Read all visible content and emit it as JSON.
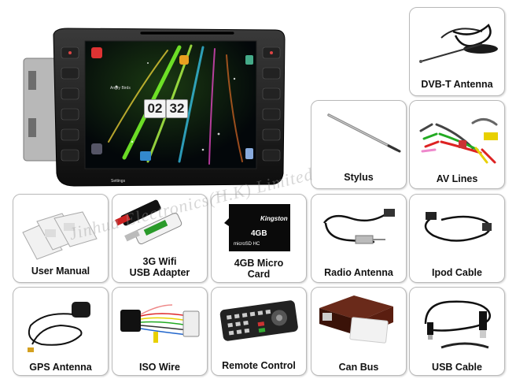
{
  "watermark": "Jinhua Electronics(H.K) Limited",
  "head_unit": {
    "clock_hours": "02",
    "clock_minutes": "32",
    "screen_apps": [
      "Angry Birds",
      "Settings"
    ]
  },
  "accessories": [
    {
      "id": "dvbt-antenna",
      "label": "DVB-T Antenna"
    },
    {
      "id": "stylus",
      "label": "Stylus"
    },
    {
      "id": "av-lines",
      "label": "AV Lines"
    },
    {
      "id": "user-manual",
      "label": "User Manual"
    },
    {
      "id": "3g-wifi",
      "label": "3G Wifi USB Adapter",
      "lines": [
        "3G Wifi",
        "USB Adapter"
      ]
    },
    {
      "id": "micro-card",
      "label": "4GB Micro Card",
      "lines": [
        "4GB Micro",
        "Card"
      ]
    },
    {
      "id": "radio-antenna",
      "label": "Radio Antenna"
    },
    {
      "id": "ipod-cable",
      "label": "Ipod Cable"
    },
    {
      "id": "gps-antenna",
      "label": "GPS Antenna"
    },
    {
      "id": "iso-wire",
      "label": "ISO Wire"
    },
    {
      "id": "remote-control",
      "label": "Remote Control"
    },
    {
      "id": "can-bus",
      "label": "Can Bus"
    },
    {
      "id": "usb-cable",
      "label": "USB Cable"
    }
  ],
  "sd_card": {
    "brand": "Kingston",
    "size": "4GB",
    "type": "microSD HC"
  },
  "colors": {
    "tile_border": "#b9b9b9",
    "caption": "#111111",
    "screen_bg": "#050a10",
    "glow_green": "#9aff3a"
  }
}
